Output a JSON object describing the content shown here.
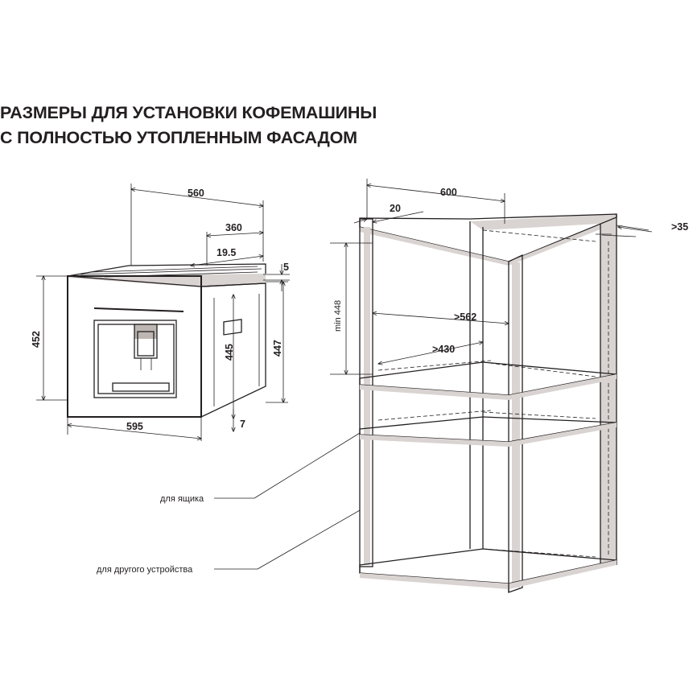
{
  "title": {
    "line1": "РАЗМЕРЫ ДЛЯ УСТАНОВКИ КОФЕМАШИНЫ",
    "line2": "С ПОЛНОСТЬЮ УТОПЛЕННЫМ ФАСАДОМ"
  },
  "machine_dimensions": {
    "depth": "560",
    "depth_rear": "360",
    "offset": "19.5",
    "top_gap": "5",
    "height": "452",
    "body_height": "445",
    "side_height": "447",
    "bottom_gap": "7",
    "width": "595"
  },
  "cabinet_dimensions": {
    "width": "600",
    "offset": "20",
    "rear_gap": ">35",
    "min_height": "min 448",
    "inner_width": ">562",
    "inner_depth": ">430"
  },
  "callouts": {
    "drawer": "для ящика",
    "other_device": "для другого устройства"
  }
}
